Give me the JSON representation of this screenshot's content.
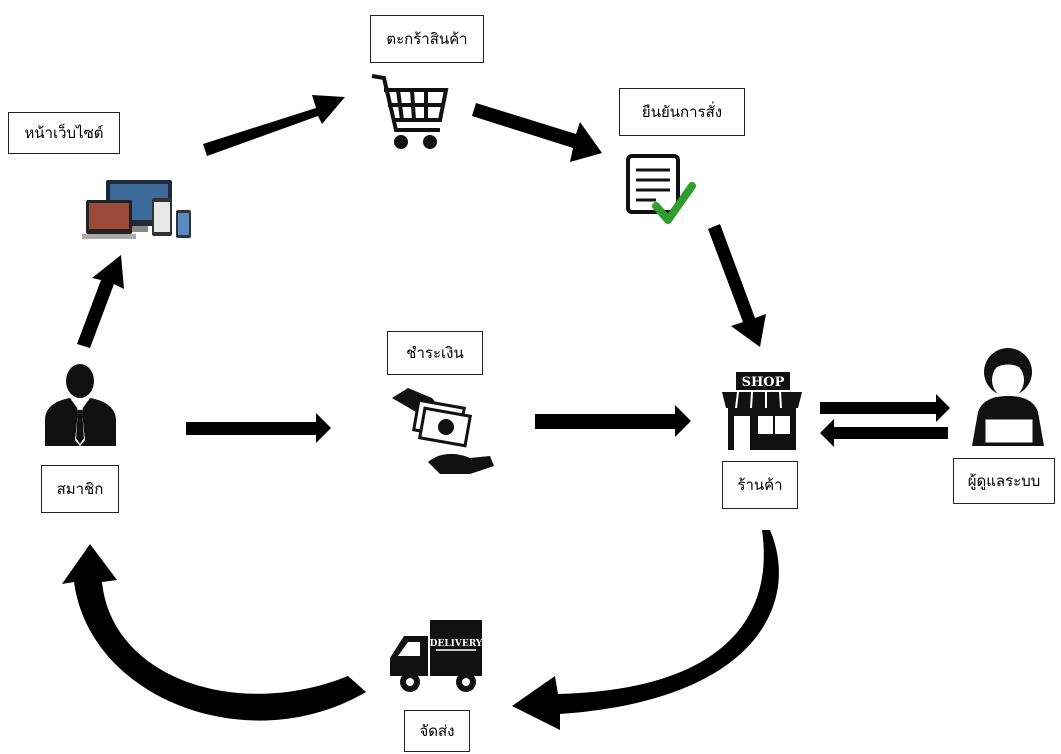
{
  "diagram": {
    "nodes": {
      "website": {
        "label": "หน้าเว็บไซต์",
        "icon": "responsive-devices-icon"
      },
      "cart": {
        "label": "ตะกร้าสินค้า",
        "icon": "shopping-cart-icon"
      },
      "confirm": {
        "label": "ยืนยันการสั่ง",
        "icon": "checklist-document-icon"
      },
      "member": {
        "label": "สมาชิก",
        "icon": "businessman-icon"
      },
      "payment": {
        "label": "ชำระเงิน",
        "icon": "money-exchange-icon"
      },
      "shop": {
        "label": "ร้านค้า",
        "icon": "shop-storefront-icon",
        "sign_text": "SHOP"
      },
      "admin": {
        "label": "ผู้ดูแลระบบ",
        "icon": "admin-laptop-icon"
      },
      "delivery": {
        "label": "จัดส่ง",
        "icon": "delivery-truck-icon",
        "truck_text": "DELIVERY"
      }
    },
    "colors": {
      "arrow": "#000000",
      "check": "#2e9e2e",
      "background": "#ffffff"
    }
  }
}
